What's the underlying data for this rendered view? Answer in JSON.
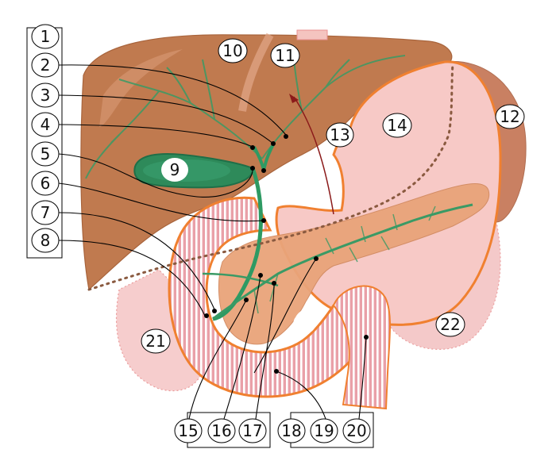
{
  "diagram": {
    "labels": {
      "n1": "1",
      "n2": "2",
      "n3": "3",
      "n4": "4",
      "n5": "5",
      "n6": "6",
      "n7": "7",
      "n8": "8",
      "n9": "9",
      "n10": "10",
      "n11": "11",
      "n12": "12",
      "n13": "13",
      "n14": "14",
      "n15": "15",
      "n16": "16",
      "n17": "17",
      "n18": "18",
      "n19": "19",
      "n20": "20",
      "n21": "21",
      "n22": "22"
    },
    "colors": {
      "liver": "#c07a4f",
      "liver_dark": "#a8643c",
      "bile_duct": "#2e9a63",
      "stomach_fill": "#f7c9c6",
      "stomach_outline": "#f08030",
      "pancreas": "#e9a47a",
      "duodenum_wall": "#e89aa3",
      "duodenum_stripes": "#ffffff",
      "spleen": "#c98062",
      "colon_fill": "#f6c4c4",
      "artery": "#8b1a1a"
    }
  }
}
